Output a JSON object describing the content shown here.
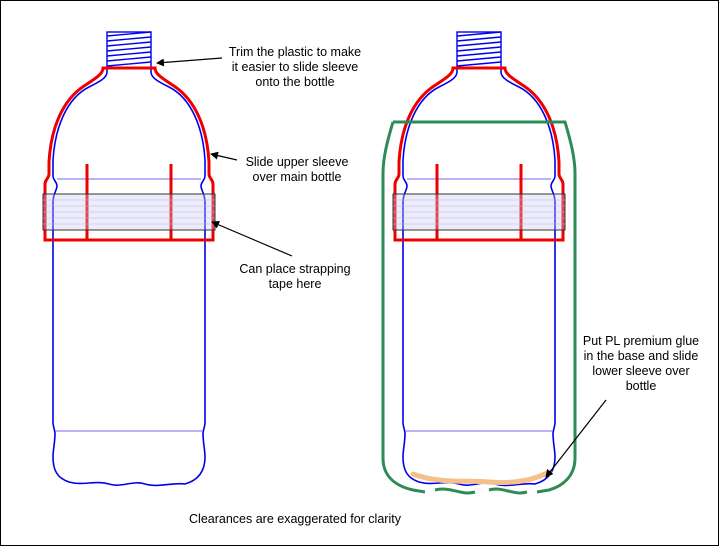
{
  "annotations": {
    "trim": [
      "Trim the plastic to make",
      "it easier to slide sleeve",
      "onto the bottle"
    ],
    "upper_sleeve": [
      "Slide upper sleeve",
      "over main bottle"
    ],
    "strapping": [
      "Can place strapping",
      "tape here"
    ],
    "glue": [
      "Put PL premium glue",
      "in the base and slide",
      "lower sleeve over",
      "bottle"
    ],
    "clearance": "Clearances are exaggerated for clarity"
  },
  "colors": {
    "bottle": "#0000ee",
    "upper_sleeve": "#ee0000",
    "lower_sleeve": "#2e8b57",
    "glue": "#f5c08a",
    "tape_band": "#c9c9f0"
  }
}
